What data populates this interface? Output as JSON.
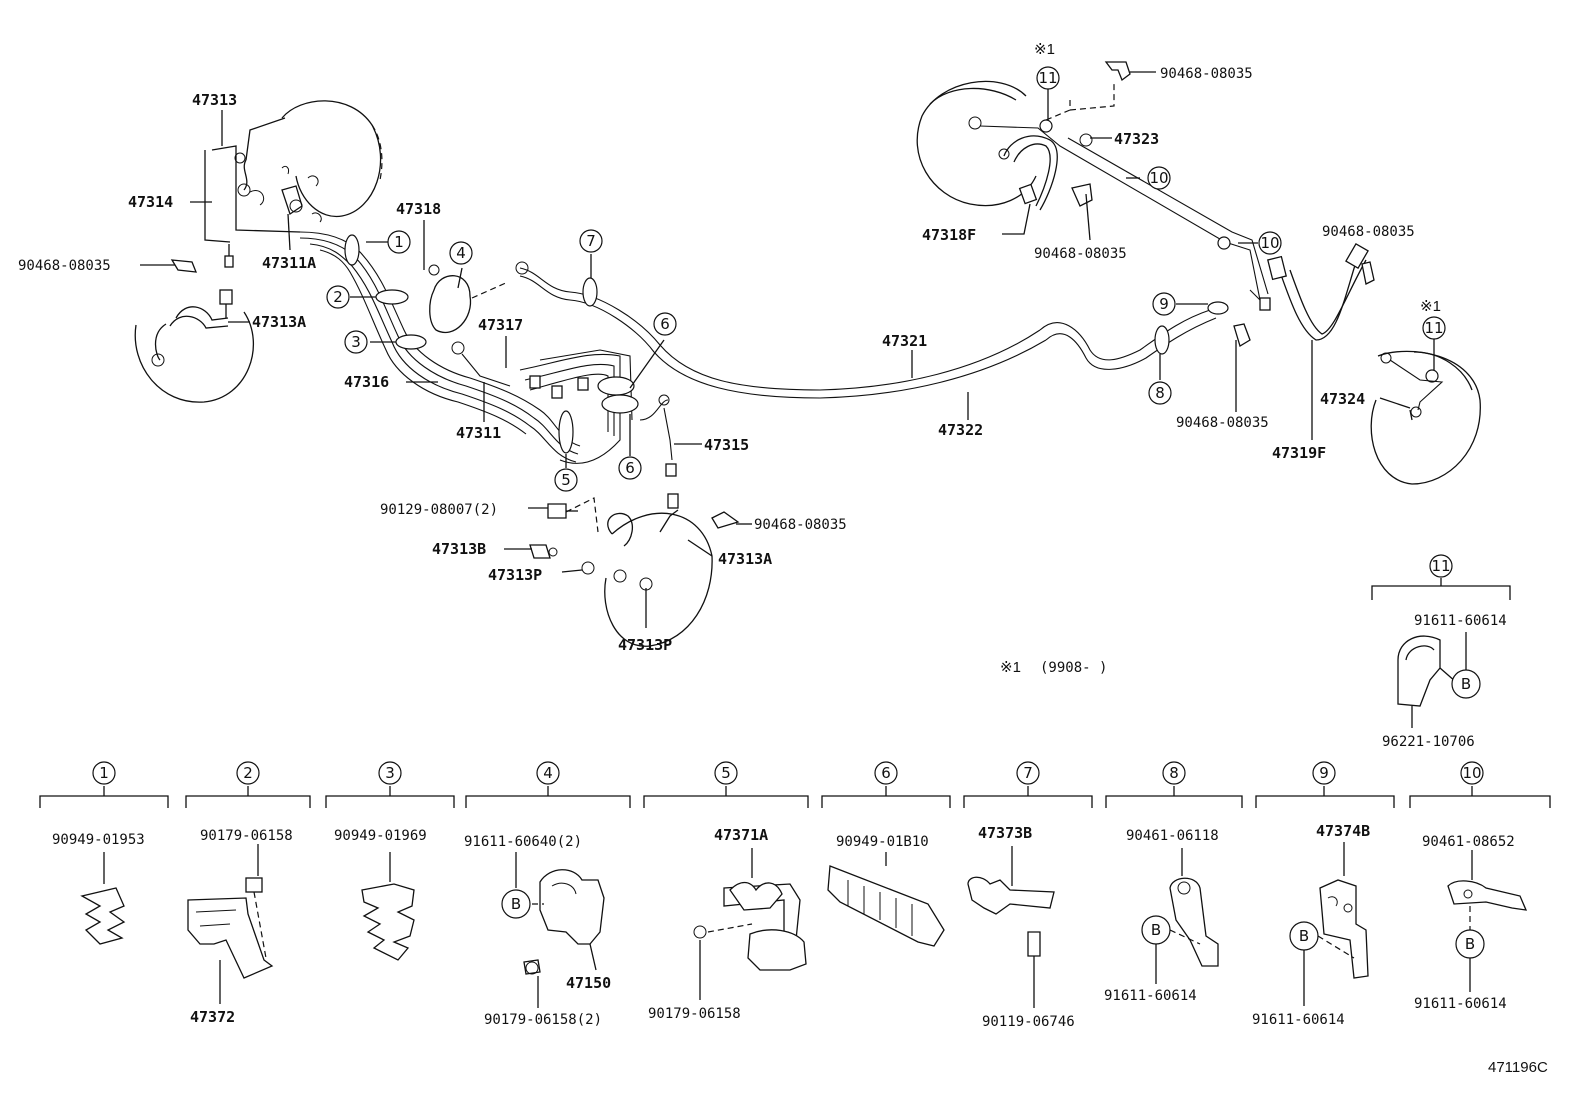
{
  "figure_code": "471196C",
  "footnote": {
    "mark": "※1",
    "text": "(9908-      )"
  },
  "star_labels": [
    "※1",
    "※1"
  ],
  "callout_numbers": [
    "1",
    "2",
    "3",
    "4",
    "5",
    "6",
    "7",
    "8",
    "9",
    "10",
    "11"
  ],
  "part_labels": [
    "47313",
    "47314",
    "90468-08035",
    "47311A",
    "47318",
    "47313A",
    "47317",
    "47316",
    "47311",
    "47315",
    "90129-08007(2)",
    "90468-08035",
    "47313B",
    "47313A",
    "47313P",
    "47313P",
    "47321",
    "47322",
    "90468-08035",
    "47323",
    "47318F",
    "90468-08035",
    "90468-08035",
    "90468-08035",
    "47324",
    "47319F"
  ],
  "detail_11": {
    "number": "11",
    "part_a": "91611-60614",
    "marker": "B",
    "part_b": "96221-10706"
  },
  "details": [
    {
      "number": "1",
      "parts": [
        "90949-01953"
      ]
    },
    {
      "number": "2",
      "parts": [
        "90179-06158",
        "47372"
      ]
    },
    {
      "number": "3",
      "parts": [
        "90949-01969"
      ]
    },
    {
      "number": "4",
      "parts": [
        "91611-60640(2)",
        "47150",
        "90179-06158(2)"
      ],
      "marker": "B"
    },
    {
      "number": "5",
      "parts": [
        "47371A",
        "90179-06158"
      ]
    },
    {
      "number": "6",
      "parts": [
        "90949-01B10"
      ]
    },
    {
      "number": "7",
      "parts": [
        "47373B",
        "90119-06746"
      ]
    },
    {
      "number": "8",
      "parts": [
        "90461-06118",
        "91611-60614"
      ],
      "marker": "B"
    },
    {
      "number": "9",
      "parts": [
        "47374B",
        "91611-60614"
      ],
      "marker": "B"
    },
    {
      "number": "10",
      "parts": [
        "90461-08652",
        "91611-60614"
      ],
      "marker": "B"
    }
  ]
}
